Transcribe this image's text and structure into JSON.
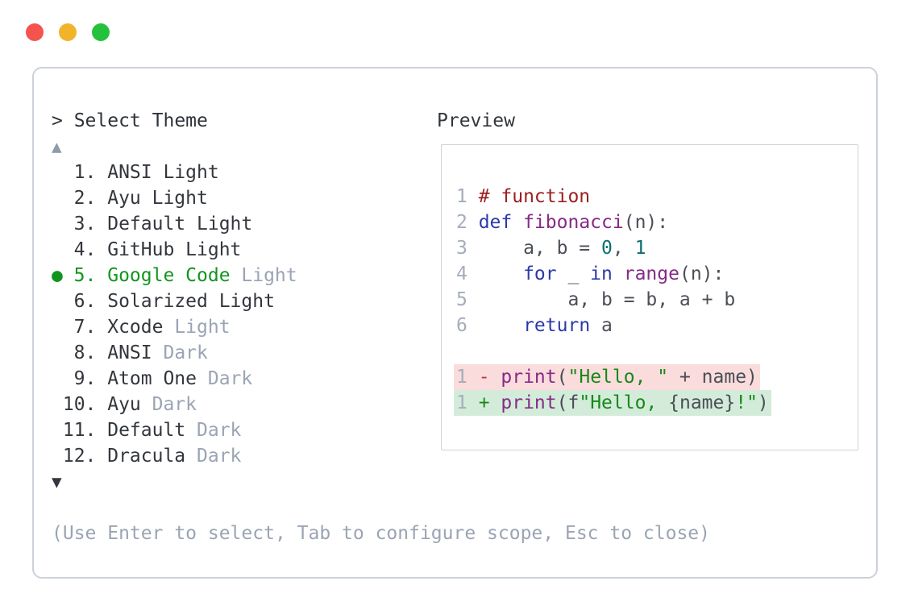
{
  "window": {
    "traffic_lights": [
      {
        "name": "close-button",
        "color": "#f4544d"
      },
      {
        "name": "minimize-button",
        "color": "#f2b32b"
      },
      {
        "name": "zoom-button",
        "color": "#24c23c"
      }
    ]
  },
  "picker": {
    "prompt": "> Select Theme",
    "scroll_up": "▲",
    "scroll_down": "▼",
    "items": [
      {
        "number": "1.",
        "name": "ANSI Light",
        "variant": "",
        "selected": false
      },
      {
        "number": "2.",
        "name": "Ayu Light",
        "variant": "",
        "selected": false
      },
      {
        "number": "3.",
        "name": "Default Light",
        "variant": "",
        "selected": false
      },
      {
        "number": "4.",
        "name": "GitHub Light",
        "variant": "",
        "selected": false
      },
      {
        "number": "5.",
        "name": "Google Code",
        "variant": "Light",
        "selected": true
      },
      {
        "number": "6.",
        "name": "Solarized Light",
        "variant": "",
        "selected": false
      },
      {
        "number": "7.",
        "name": "Xcode",
        "variant": "Light",
        "selected": false
      },
      {
        "number": "8.",
        "name": "ANSI",
        "variant": "Dark",
        "selected": false
      },
      {
        "number": "9.",
        "name": "Atom One",
        "variant": "Dark",
        "selected": false
      },
      {
        "number": "10.",
        "name": "Ayu",
        "variant": "Dark",
        "selected": false
      },
      {
        "number": "11.",
        "name": "Default",
        "variant": "Dark",
        "selected": false
      },
      {
        "number": "12.",
        "name": "Dracula",
        "variant": "Dark",
        "selected": false
      }
    ],
    "selected_item": "5. Google Code Light",
    "selection_marker": "●",
    "help_text": "(Use Enter to select, Tab to configure scope, Esc to close)"
  },
  "preview": {
    "label": "Preview",
    "code_lines": [
      {
        "num": "1",
        "tokens": [
          {
            "t": "# function",
            "c": "comment"
          }
        ]
      },
      {
        "num": "2",
        "tokens": [
          {
            "t": "def",
            "c": "keyword"
          },
          {
            "t": " ",
            "c": "plain"
          },
          {
            "t": "fibonacci",
            "c": "function"
          },
          {
            "t": "(n):",
            "c": "plain"
          }
        ]
      },
      {
        "num": "3",
        "tokens": [
          {
            "t": "    a, b = ",
            "c": "plain"
          },
          {
            "t": "0",
            "c": "number"
          },
          {
            "t": ", ",
            "c": "plain"
          },
          {
            "t": "1",
            "c": "number"
          }
        ]
      },
      {
        "num": "4",
        "tokens": [
          {
            "t": "    ",
            "c": "plain"
          },
          {
            "t": "for",
            "c": "keyword"
          },
          {
            "t": " _ ",
            "c": "plain"
          },
          {
            "t": "in",
            "c": "keyword"
          },
          {
            "t": " ",
            "c": "plain"
          },
          {
            "t": "range",
            "c": "function"
          },
          {
            "t": "(n):",
            "c": "plain"
          }
        ]
      },
      {
        "num": "5",
        "tokens": [
          {
            "t": "        a, b = b, a + b",
            "c": "plain"
          }
        ]
      },
      {
        "num": "6",
        "tokens": [
          {
            "t": "    ",
            "c": "plain"
          },
          {
            "t": "return",
            "c": "keyword"
          },
          {
            "t": " a",
            "c": "plain"
          }
        ]
      }
    ],
    "diff_lines": [
      {
        "num": "1",
        "kind": "removed",
        "tokens": [
          {
            "t": "- ",
            "c": "diff-removed-sign"
          },
          {
            "t": "print",
            "c": "function"
          },
          {
            "t": "(",
            "c": "plain"
          },
          {
            "t": "\"Hello, \"",
            "c": "string"
          },
          {
            "t": " + name)",
            "c": "plain"
          }
        ]
      },
      {
        "num": "1",
        "kind": "added",
        "tokens": [
          {
            "t": "+ ",
            "c": "diff-added-sign"
          },
          {
            "t": "print",
            "c": "function"
          },
          {
            "t": "(f",
            "c": "plain"
          },
          {
            "t": "\"Hello, ",
            "c": "string"
          },
          {
            "t": "{name}",
            "c": "plain"
          },
          {
            "t": "!\"",
            "c": "string"
          },
          {
            "t": ")",
            "c": "plain"
          }
        ]
      }
    ]
  },
  "colors": {
    "text_dark": "#33373d",
    "text_muted": "#9aa4b4",
    "selection_green": "#12951f",
    "panel_border": "#ccd1d9",
    "syntax_comment": "#9b1f1f",
    "syntax_keyword": "#2b3aa8",
    "syntax_function": "#862a86",
    "syntax_number": "#0d6e6e",
    "syntax_string": "#188818",
    "diff_removed_bg": "#fadcdc",
    "diff_added_bg": "#d3ecda",
    "diff_removed_sign": "#c03c3c",
    "line_number": "#a5adbb"
  }
}
